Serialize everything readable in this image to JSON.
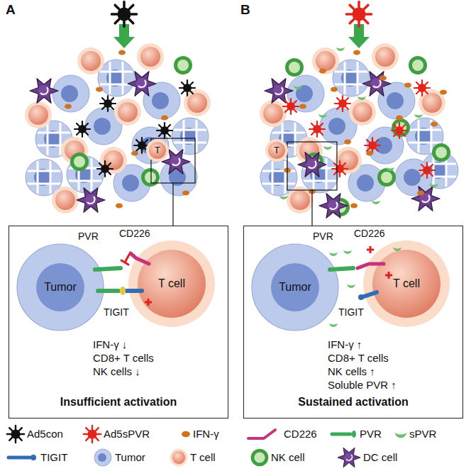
{
  "diagram": {
    "nodes": [
      {
        "text": [
          "T"
        ]
      },
      {
        "text": [
          "IFN-γ ↓",
          "CD8+ T cells",
          "NK cells ↓",
          "Insufficient activation"
        ]
      },
      {
        "text": [
          "Tumor"
        ],
        "in": 1
      },
      {
        "text": [
          "T cell"
        ],
        "in": 1
      },
      {
        "text": [
          "T"
        ]
      },
      {
        "text": [
          "IFN-γ ↑",
          "CD8+ T cells",
          "NK cells ↑",
          "Soluble PVR ↑",
          "Sustained activation"
        ]
      },
      {
        "text": [
          "Tumor"
        ],
        "in": 5
      },
      {
        "text": [
          "T cell"
        ],
        "in": 5
      }
    ],
    "labels": [
      "A",
      "B",
      "CD226",
      "PVR",
      "TIGIT",
      "CD226",
      "PVR",
      "TIGIT"
    ],
    "legend": [
      {
        "text": "Ad5con"
      },
      {
        "text": "Ad5sPVR"
      },
      {
        "text": "IFN-γ"
      },
      {
        "text": "CD226"
      },
      {
        "text": "PVR"
      },
      {
        "text": "sPVR"
      },
      {
        "text": "TIGIT"
      },
      {
        "text": "Tumor"
      },
      {
        "text": "T cell"
      },
      {
        "text": "NK cell"
      },
      {
        "text": "DC cell"
      }
    ]
  }
}
